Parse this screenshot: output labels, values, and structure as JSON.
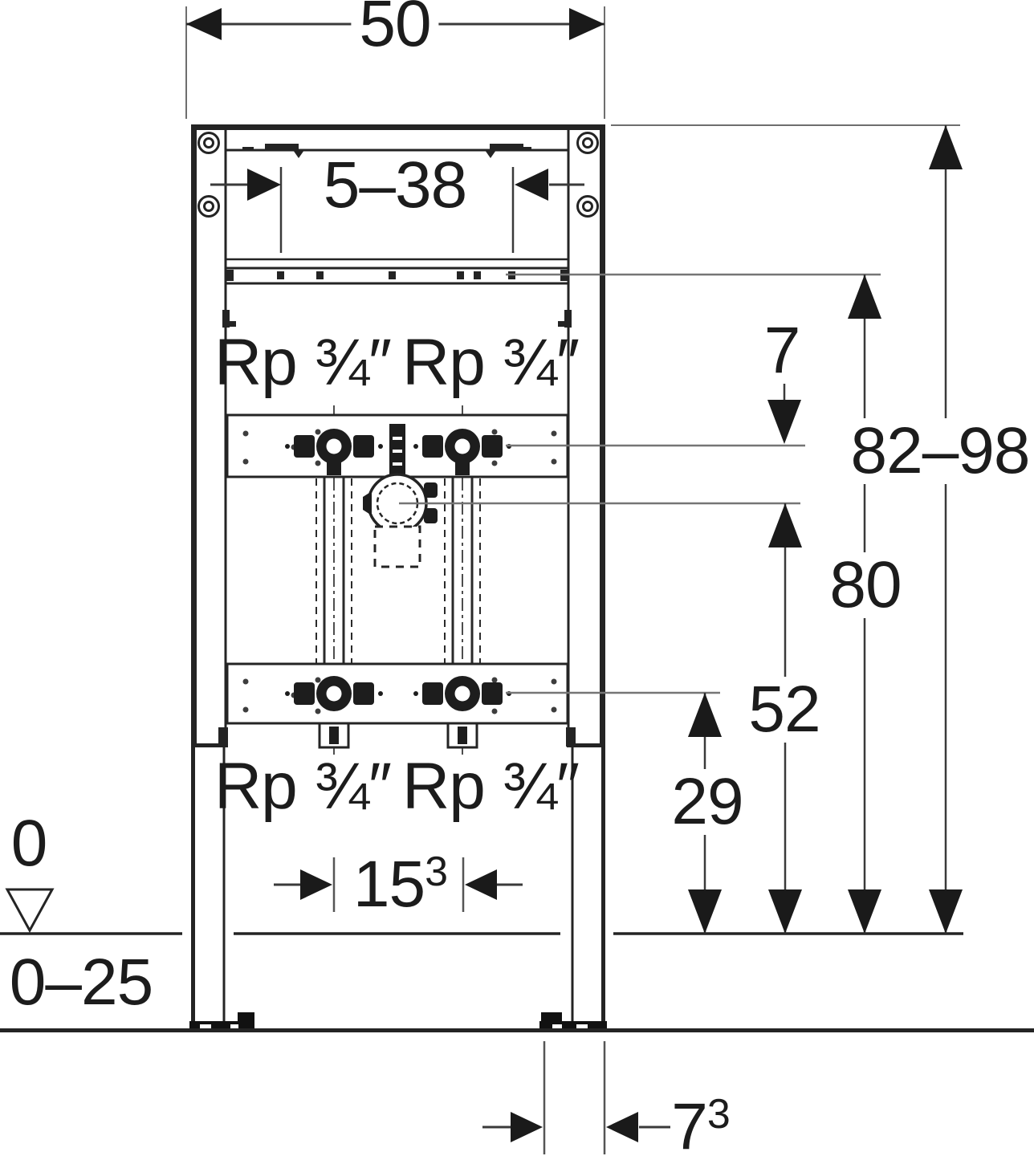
{
  "drawing_labels": {
    "frame_width": "50",
    "mounting_rail_range": "5–38",
    "offset_rail_to_taps": "7",
    "frame_height_range": "82–98",
    "rail_height": "80",
    "drain_outlet_height": "52",
    "water_connection_height": "29",
    "tap_hole_spacing": {
      "value": "15",
      "tolerance": "3"
    },
    "foot_depth": {
      "value": "7",
      "tolerance": "3"
    },
    "finished_floor_level": "0",
    "floor_buildup_range": "0–25"
  },
  "connection_labels": {
    "upper": [
      "Rp ¾″",
      "Rp ¾″"
    ],
    "lower": [
      "Rp ¾″",
      "Rp ¾″"
    ]
  },
  "colors": {
    "line_main": "#242424",
    "line_leader": "#757575",
    "arrow_fill": "#1a1a1a"
  }
}
